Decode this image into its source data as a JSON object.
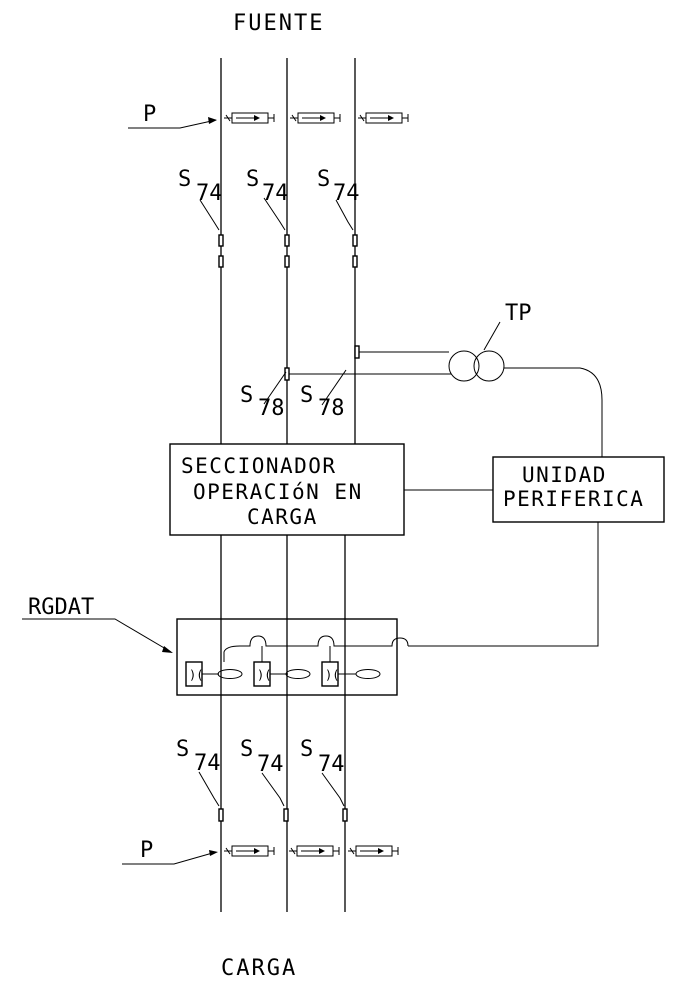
{
  "labels": {
    "top": "FUENTE",
    "bottom": "CARGA",
    "p_top": "P",
    "p_bottom": "P",
    "tp": "TP",
    "rgdat": "RGDAT"
  },
  "sensors": {
    "s74_top": [
      {
        "s": "S",
        "num": "74"
      },
      {
        "s": "S",
        "num": "74"
      },
      {
        "s": "S",
        "num": "74"
      }
    ],
    "s78": [
      {
        "s": "S",
        "num": "78"
      },
      {
        "s": "S",
        "num": "78"
      }
    ],
    "s74_bottom": [
      {
        "s": "S",
        "num": "74"
      },
      {
        "s": "S",
        "num": "74"
      },
      {
        "s": "S",
        "num": "74"
      }
    ]
  },
  "seccionador": {
    "line1": "SECCIONADOR",
    "line2": "OPERACIóN EN",
    "line3": "CARGA"
  },
  "unidad": {
    "line1": "UNIDAD",
    "line2": "PERIFERICA"
  },
  "icons": [
    "arrester-symbol",
    "switch-contact-symbol",
    "voltage-transformer-symbol",
    "relay-symbol",
    "current-sensor-symbol"
  ]
}
